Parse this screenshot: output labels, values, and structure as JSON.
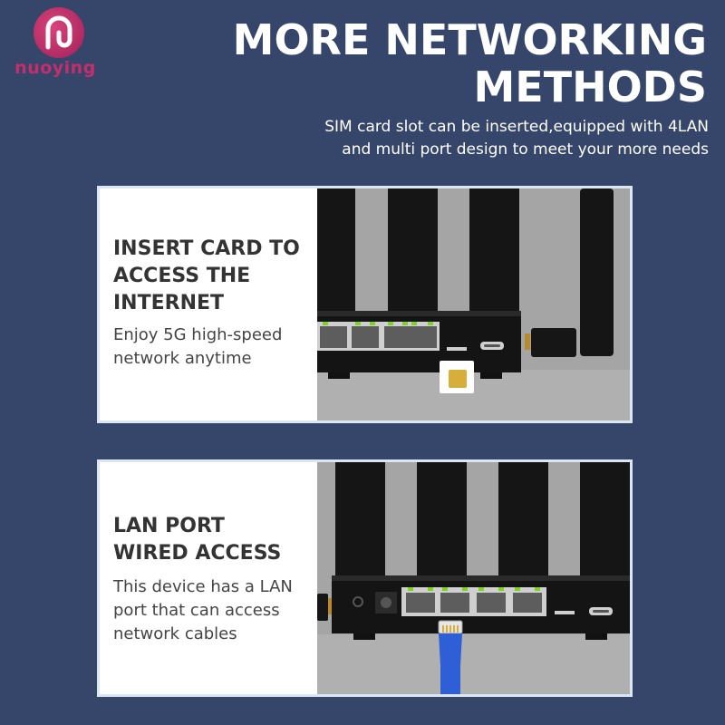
{
  "brand": {
    "name": "nuoying",
    "color": "#c62d6c"
  },
  "header": {
    "title_line1": "MORE NETWORKING",
    "title_line2": "METHODS",
    "subtitle_line1": "SIM card slot can be inserted,equipped with 4LAN",
    "subtitle_line2": "and multi port design to meet your more  needs"
  },
  "cards": [
    {
      "heading_line1": "INSERT CARD TO",
      "heading_line2": "ACCESS THE",
      "heading_line3": "INTERNET",
      "body_line1": "Enjoy 5G high-speed",
      "body_line2": "network anytime",
      "image": "router-sim-slot-photo"
    },
    {
      "heading_line1": "LAN PORT",
      "heading_line2": "WIRED ACCESS",
      "body_line1": "This device has a LAN",
      "body_line2": "port that can access",
      "body_line3": "network cables",
      "image": "router-lan-cable-photo"
    }
  ],
  "colors": {
    "background": "#36466b",
    "card_border": "#dbe6f5",
    "photo_background": "#a5a5a5",
    "device": "#141414"
  }
}
